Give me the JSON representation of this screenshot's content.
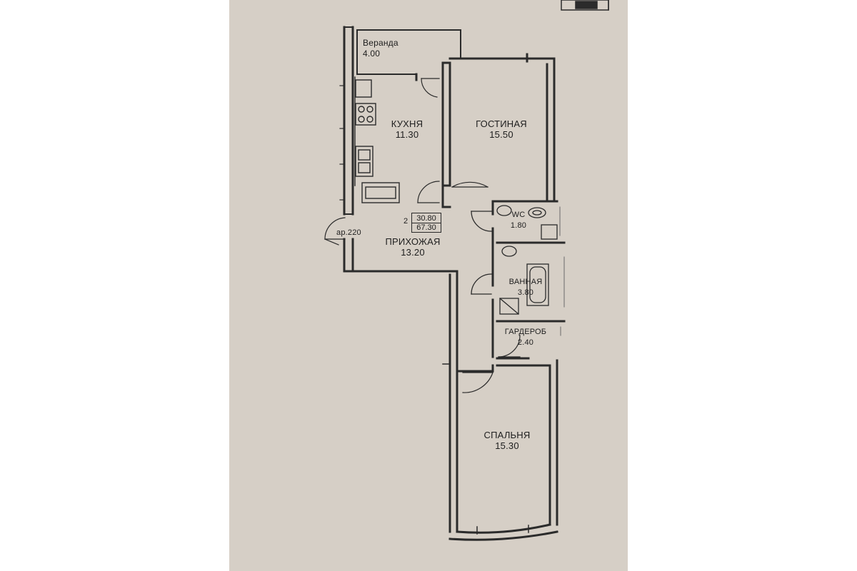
{
  "rooms": {
    "veranda": {
      "name": "Веранда",
      "area": "4.00"
    },
    "kitchen": {
      "name": "КУХНЯ",
      "area": "11.30"
    },
    "living": {
      "name": "ГОСТИНАЯ",
      "area": "15.50"
    },
    "wc": {
      "name": "WC",
      "area": "1.80"
    },
    "hall": {
      "name": "ПРИХОЖАЯ",
      "area": "13.20"
    },
    "bath": {
      "name": "ВАННАЯ",
      "area": "3.80"
    },
    "wardrobe": {
      "name": "ГАРДЕРОБ",
      "area": "2.40"
    },
    "bedroom": {
      "name": "СПАЛЬНЯ",
      "area": "15.30"
    }
  },
  "entrance_label": "ар.220",
  "summary": {
    "rooms_count": "2",
    "living_area": "30.80",
    "total_area": "67.30"
  },
  "colors": {
    "paper": "#d6cfc6",
    "wall": "#2b2b2b",
    "line": "#3a3a3a"
  }
}
